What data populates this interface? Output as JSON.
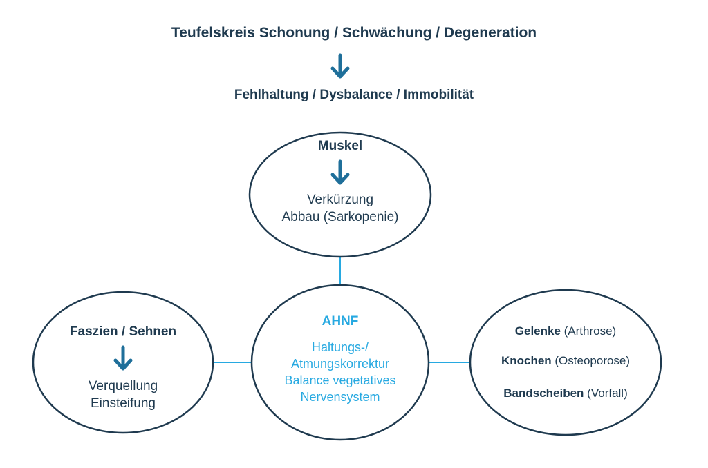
{
  "title": "Teufelskreis Schonung / Schwächung / Degeneration",
  "subtitle": "Fehlhaltung / Dysbalance / Immobilität",
  "colors": {
    "dark": "#1f3a4f",
    "arrow": "#1f6f9a",
    "accent": "#27a9e1",
    "connector": "#27a9e1"
  },
  "nodes": {
    "muscle": {
      "heading": "Muskel",
      "lines": [
        "Verkürzung",
        "Abbau (Sarkopenie)"
      ]
    },
    "fascia": {
      "heading": "Faszien / Sehnen",
      "lines": [
        "Verquellung",
        "Einsteifung"
      ]
    },
    "center": {
      "heading": "AHNF",
      "lines": [
        "Haltungs-/",
        "Atmungskorrektur",
        "Balance vegetatives",
        "Nervensystem"
      ]
    },
    "joints": {
      "items": [
        {
          "bold": "Gelenke",
          "rest": " (Arthrose)"
        },
        {
          "bold": "Knochen",
          "rest": " (Osteoporose)"
        },
        {
          "bold": "Bandscheiben",
          "rest": " (Vorfall)"
        }
      ]
    }
  },
  "icons": {
    "top_arrow": "arrow-down-icon",
    "muscle_arrow": "arrow-down-icon",
    "fascia_arrow": "arrow-down-icon"
  }
}
